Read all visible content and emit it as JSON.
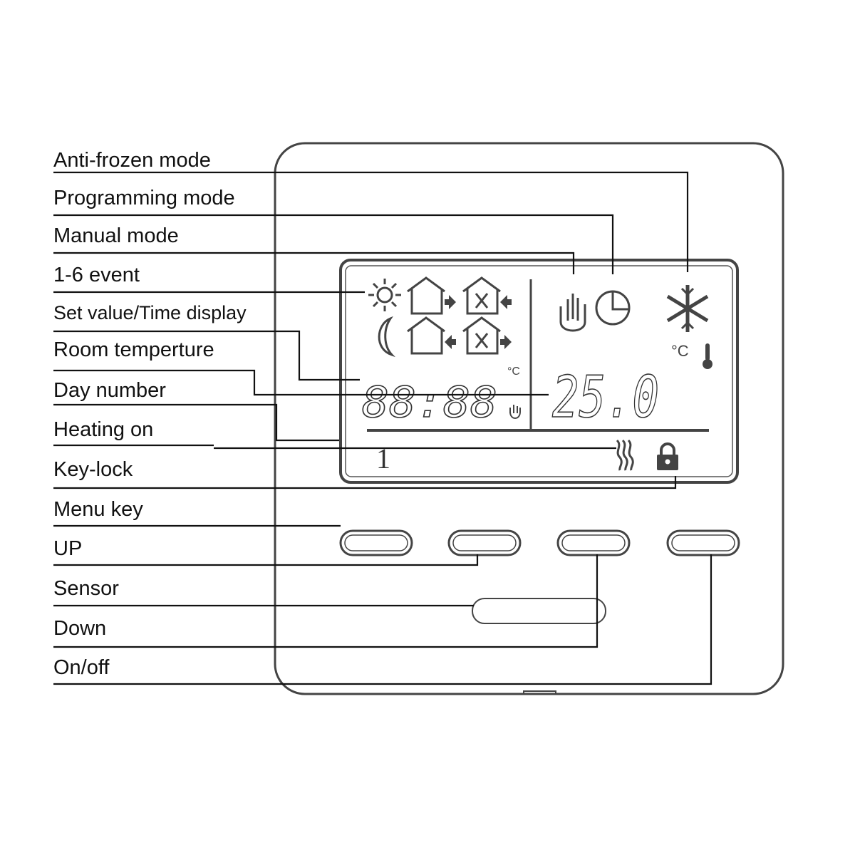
{
  "labels": {
    "anti_frozen": "Anti-frozen mode",
    "programming": "Programming mode",
    "manual": "Manual mode",
    "event": "1-6 event",
    "set_value": "Set value/Time display",
    "room_temp": "Room temperture",
    "day_number": "Day number",
    "heating_on": "Heating on",
    "key_lock": "Key-lock",
    "menu_key": "Menu key",
    "up": "UP",
    "sensor": "Sensor",
    "down": "Down",
    "on_off": "On/off"
  },
  "lcd": {
    "time_display": "88:88",
    "room_temperature": "25.0",
    "unit_small": "°C",
    "unit_large": "°C",
    "day_number": "1"
  },
  "colors": {
    "line": "#111111",
    "device": "#444444"
  }
}
